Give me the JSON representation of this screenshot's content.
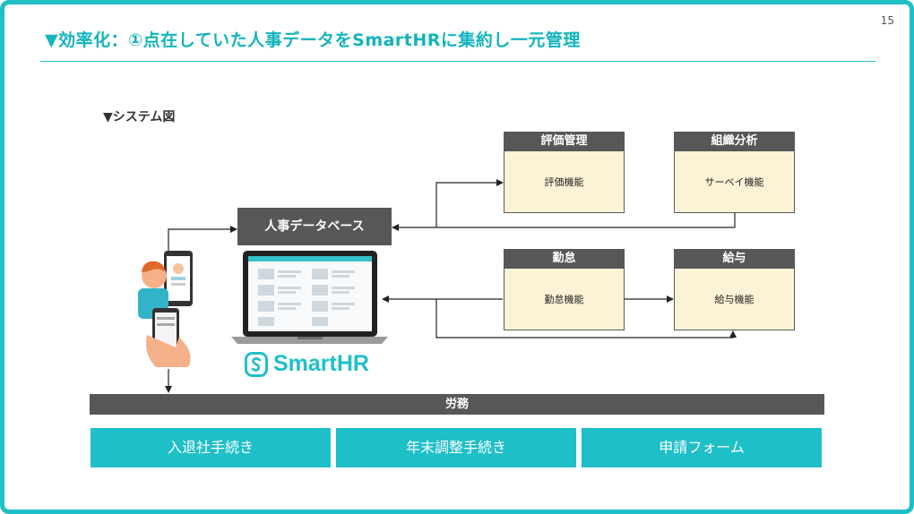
{
  "slide": {
    "page_number": "15",
    "title": "▼効率化：①点在していた人事データをSmartHRに集約し一元管理",
    "subtitle": "▼システム図"
  },
  "database": {
    "label": "人事データベース"
  },
  "logo": {
    "text": "SmartHR"
  },
  "modules": {
    "evaluation": {
      "head": "評価管理",
      "body": "評価機能"
    },
    "org_analysis": {
      "head": "組織分析",
      "body": "サーベイ機能"
    },
    "attendance": {
      "head": "勤怠",
      "body": "勤怠機能"
    },
    "payroll": {
      "head": "給与",
      "body": "給与機能"
    }
  },
  "labor": {
    "label": "労務",
    "items": [
      "入退社手続き",
      "年末調整手続き",
      "申請フォーム"
    ]
  },
  "colors": {
    "accent": "#1fbfc8",
    "header_gray": "#575757",
    "module_fill": "#fcf3d6"
  }
}
